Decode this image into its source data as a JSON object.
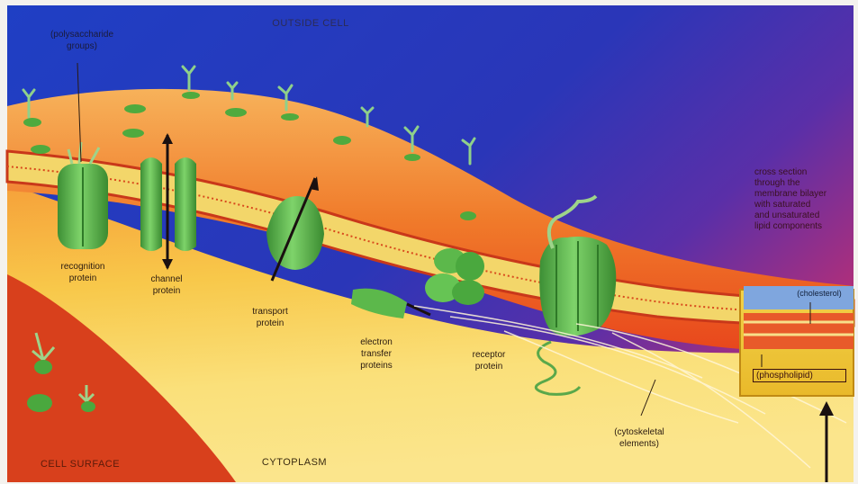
{
  "regions": {
    "outside": "OUTSIDE CELL",
    "cytoplasm": "CYTOPLASM",
    "surface": "CELL SURFACE"
  },
  "labels": {
    "glyco": "(polysaccharide\ngroups)",
    "recognition": "recognition\nprotein",
    "channel": "channel\nprotein",
    "transport": "transport\nprotein",
    "electron": "electron\ntransfer\nproteins",
    "receptor": "receptor\nprotein",
    "cytoskeletal": "(cytoskeletal\nelements)",
    "cross_section": "cross section\nthrough the\nmembrane bilayer\nwith saturated\nand unsaturated\nlipid components",
    "cholesterol": "(cholesterol)",
    "phospholipid": "(phospholipid)"
  },
  "colors": {
    "sky_top": "#1e3fbf",
    "sky_right": "#7a2a9a",
    "membrane_red": "#e8431c",
    "cytoplasm_yellow": "#f6d24a",
    "protein_green": "#58b84a",
    "lipid_tail": "#f7e08a"
  }
}
